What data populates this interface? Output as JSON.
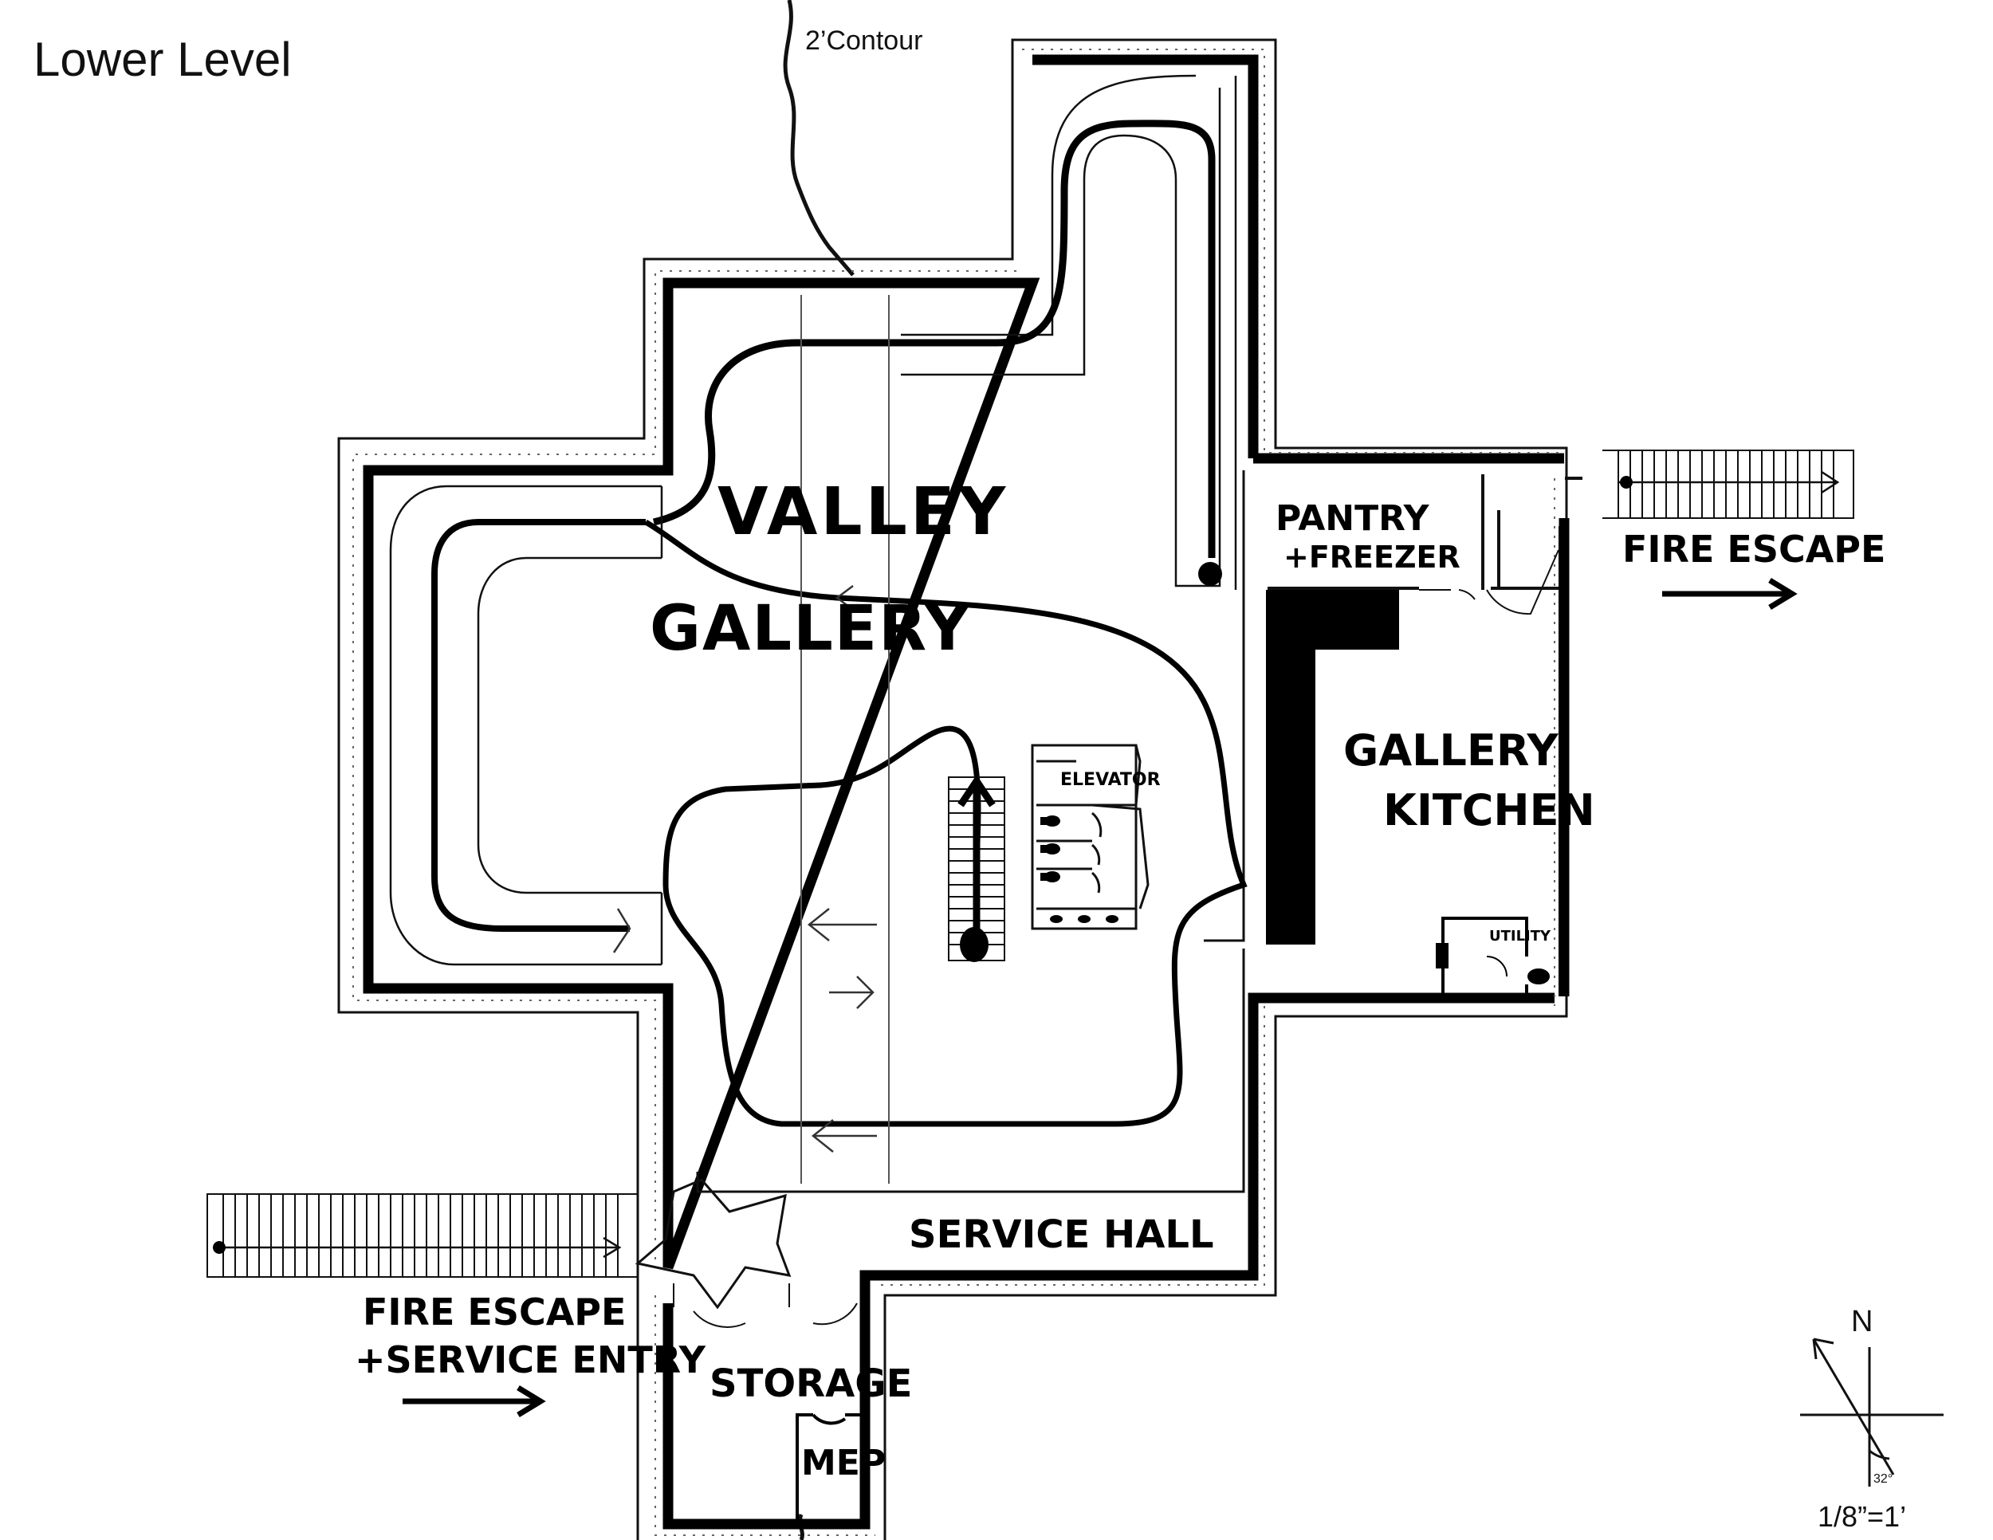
{
  "sheet_title": "Lower Level",
  "contour_label": "2’Contour",
  "scale_label": "1/8”=1’",
  "north_label": "N",
  "north_angle_label": "32°",
  "rooms": {
    "valley": "VALLEY",
    "gallery": "GALLERY",
    "pantry_line1": "PANTRY",
    "pantry_line2": "+FREEZER",
    "kitchen_line1": "GALLERY",
    "kitchen_line2": "KITCHEN",
    "service_hall": "SERVICE HALL",
    "storage": "STORAGE",
    "mep": "MEP",
    "elevator": "ELEVATOR",
    "utility": "UTILITY"
  },
  "labels": {
    "fire_escape_east": "FIRE ESCAPE",
    "fire_escape_west_line1": "FIRE ESCAPE",
    "fire_escape_west_line2": "+SERVICE ENTRY"
  }
}
